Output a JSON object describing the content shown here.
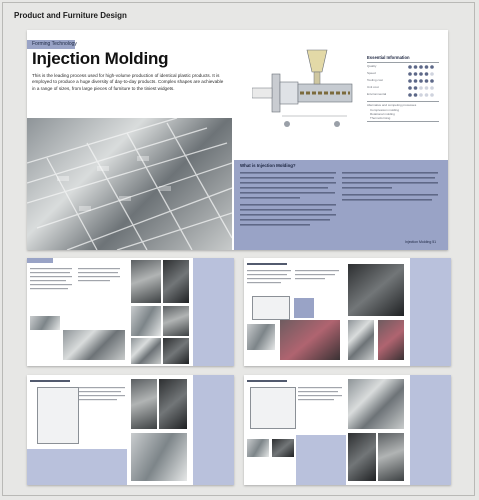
{
  "page": {
    "title": "Product and Furniture Design"
  },
  "main_spread": {
    "section_label": "Forming Technology",
    "heading": "Injection Molding",
    "intro": "This is the leading process used for high-volume production of identical plastic products. It is employed to produce a huge diversity of day-to-day products. Complex shapes are achievable in a range of sizes, from large pieces of furniture to the tiniest widgets.",
    "essential_info": {
      "title": "Essential Information",
      "rows": [
        {
          "label": "Quality",
          "rating": 5
        },
        {
          "label": "Speed",
          "rating": 4
        },
        {
          "label": "Tooling cost",
          "rating": 5
        },
        {
          "label": "Unit cost",
          "rating": 2
        },
        {
          "label": "Environmental",
          "rating": 2
        }
      ],
      "related_title": "Alternative and competing processes",
      "related": [
        "Compression molding",
        "Rotational molding",
        "Thermoforming"
      ]
    },
    "what_is_title": "What is Injection Molding?",
    "page_number": "Injection Molding   51"
  },
  "thumbnails": [
    {
      "name": "spread-1"
    },
    {
      "name": "spread-2"
    },
    {
      "name": "spread-3"
    },
    {
      "name": "spread-4"
    }
  ]
}
